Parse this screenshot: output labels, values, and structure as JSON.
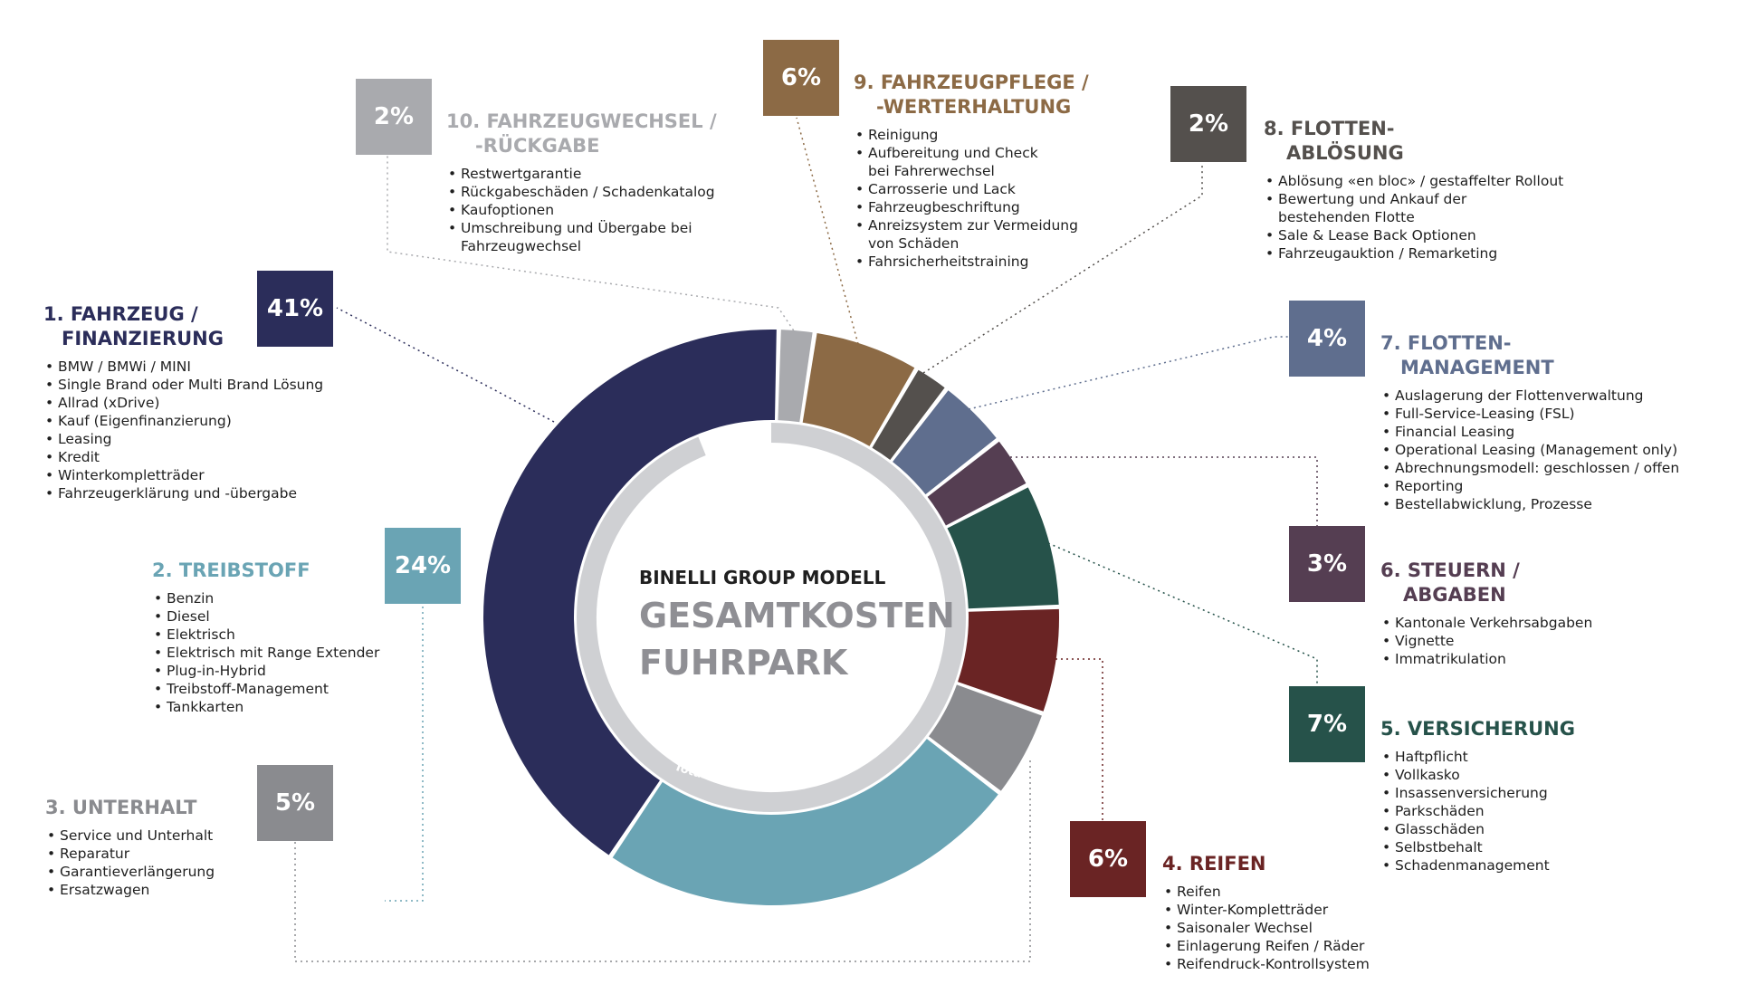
{
  "center": {
    "subtitle": "BINELLI GROUP MODELL",
    "title_line1": "GESAMTKOSTEN",
    "title_line2": "FUHRPARK",
    "ring_label": "Total Cost of Ownership (TCO)"
  },
  "chart_data": {
    "type": "pie",
    "title": "GESAMTKOSTEN FUHRPARK",
    "subtitle": "BINELLI GROUP MODELL",
    "categories": [
      "1. FAHRZEUG / FINANZIERUNG",
      "2. TREIBSTOFF",
      "3. UNTERHALT",
      "4. REIFEN",
      "5. VERSICHERUNG",
      "6. STEUERN / ABGABEN",
      "7. FLOTTEN-MANAGEMENT",
      "8. FLOTTEN-ABLÖSUNG",
      "9. FAHRZEUGPFLEGE / -WERTERHALTUNG",
      "10. FAHRZEUGWECHSEL / -RÜCKGABE"
    ],
    "values": [
      41,
      24,
      5,
      6,
      7,
      3,
      4,
      2,
      6,
      2
    ],
    "unit": "%",
    "colors": [
      "#2b2d5a",
      "#6aa4b4",
      "#8a8b8f",
      "#6a2424",
      "#26524a",
      "#553e52",
      "#5f6e8e",
      "#54504d",
      "#8c6a45",
      "#a9aaae"
    ]
  },
  "categories": [
    {
      "pct": "41%",
      "title1": "1. FAHRZEUG /",
      "title2": "FINANZIERUNG",
      "color": "#2b2d5a",
      "items": [
        "BMW / BMWi / MINI",
        "Single Brand oder Multi Brand Lösung",
        "Allrad (xDrive)",
        "Kauf (Eigenfinanzierung)",
        "Leasing",
        "Kredit",
        "Winterkompletträder",
        "Fahrzeugerklärung und -übergabe"
      ]
    },
    {
      "pct": "24%",
      "title1": "2. TREIBSTOFF",
      "title2": "",
      "color": "#6aa4b4",
      "items": [
        "Benzin",
        "Diesel",
        "Elektrisch",
        "Elektrisch mit Range Extender",
        "Plug-in-Hybrid",
        "Treibstoff-Management",
        "Tankkarten"
      ]
    },
    {
      "pct": "5%",
      "title1": "3. UNTERHALT",
      "title2": "",
      "color": "#8a8b8f",
      "items": [
        "Service und Unterhalt",
        "Reparatur",
        "Garantieverlängerung",
        "Ersatzwagen"
      ]
    },
    {
      "pct": "6%",
      "title1": "4. REIFEN",
      "title2": "",
      "color": "#6a2424",
      "items": [
        "Reifen",
        "Winter-Kompletträder",
        "Saisonaler Wechsel",
        "Einlagerung Reifen / Räder",
        "Reifendruck-Kontrollsystem"
      ]
    },
    {
      "pct": "7%",
      "title1": "5. VERSICHERUNG",
      "title2": "",
      "color": "#26524a",
      "items": [
        "Haftpflicht",
        "Vollkasko",
        "Insassenversicherung",
        "Parkschäden",
        "Glasschäden",
        "Selbstbehalt",
        "Schadenmanagement"
      ]
    },
    {
      "pct": "3%",
      "title1": "6. STEUERN /",
      "title2": "ABGABEN",
      "color": "#553e52",
      "items": [
        "Kantonale Verkehrsabgaben",
        "Vignette",
        "Immatrikulation"
      ]
    },
    {
      "pct": "4%",
      "title1": "7. FLOTTEN-",
      "title2": "MANAGEMENT",
      "color": "#5f6e8e",
      "items": [
        "Auslagerung der Flottenverwaltung",
        "Full-Service-Leasing (FSL)",
        "Financial Leasing",
        "Operational Leasing (Management only)",
        "Abrechnungsmodell: geschlossen / offen",
        "Reporting",
        "Bestellabwicklung, Prozesse"
      ]
    },
    {
      "pct": "2%",
      "title1": "8. FLOTTEN-",
      "title2": "ABLÖSUNG",
      "color": "#54504d",
      "items": [
        "Ablösung «en bloc» / gestaffelter Rollout",
        "Bewertung und Ankauf der",
        "bestehenden Flotte",
        "Sale & Lease Back Optionen",
        "Fahrzeugauktion / Remarketing"
      ]
    },
    {
      "pct": "6%",
      "title1": "9. FAHRZEUGPFLEGE /",
      "title2": "-WERTERHALTUNG",
      "color": "#8c6a45",
      "items": [
        "Reinigung",
        "Aufbereitung und Check",
        "bei Fahrerwechsel",
        "Carrosserie und Lack",
        "Fahrzeugbeschriftung",
        "Anreizsystem zur Vermeidung",
        "von Schäden",
        "Fahrsicherheitstraining"
      ]
    },
    {
      "pct": "2%",
      "title1": "10. FAHRZEUGWECHSEL /",
      "title2": "-RÜCKGABE",
      "color": "#a9aaae",
      "items": [
        "Restwertgarantie",
        "Rückgabeschäden / Schadenkatalog",
        "Kaufoptionen",
        "Umschreibung und Übergabe bei",
        "Fahrzeugwechsel"
      ]
    }
  ]
}
